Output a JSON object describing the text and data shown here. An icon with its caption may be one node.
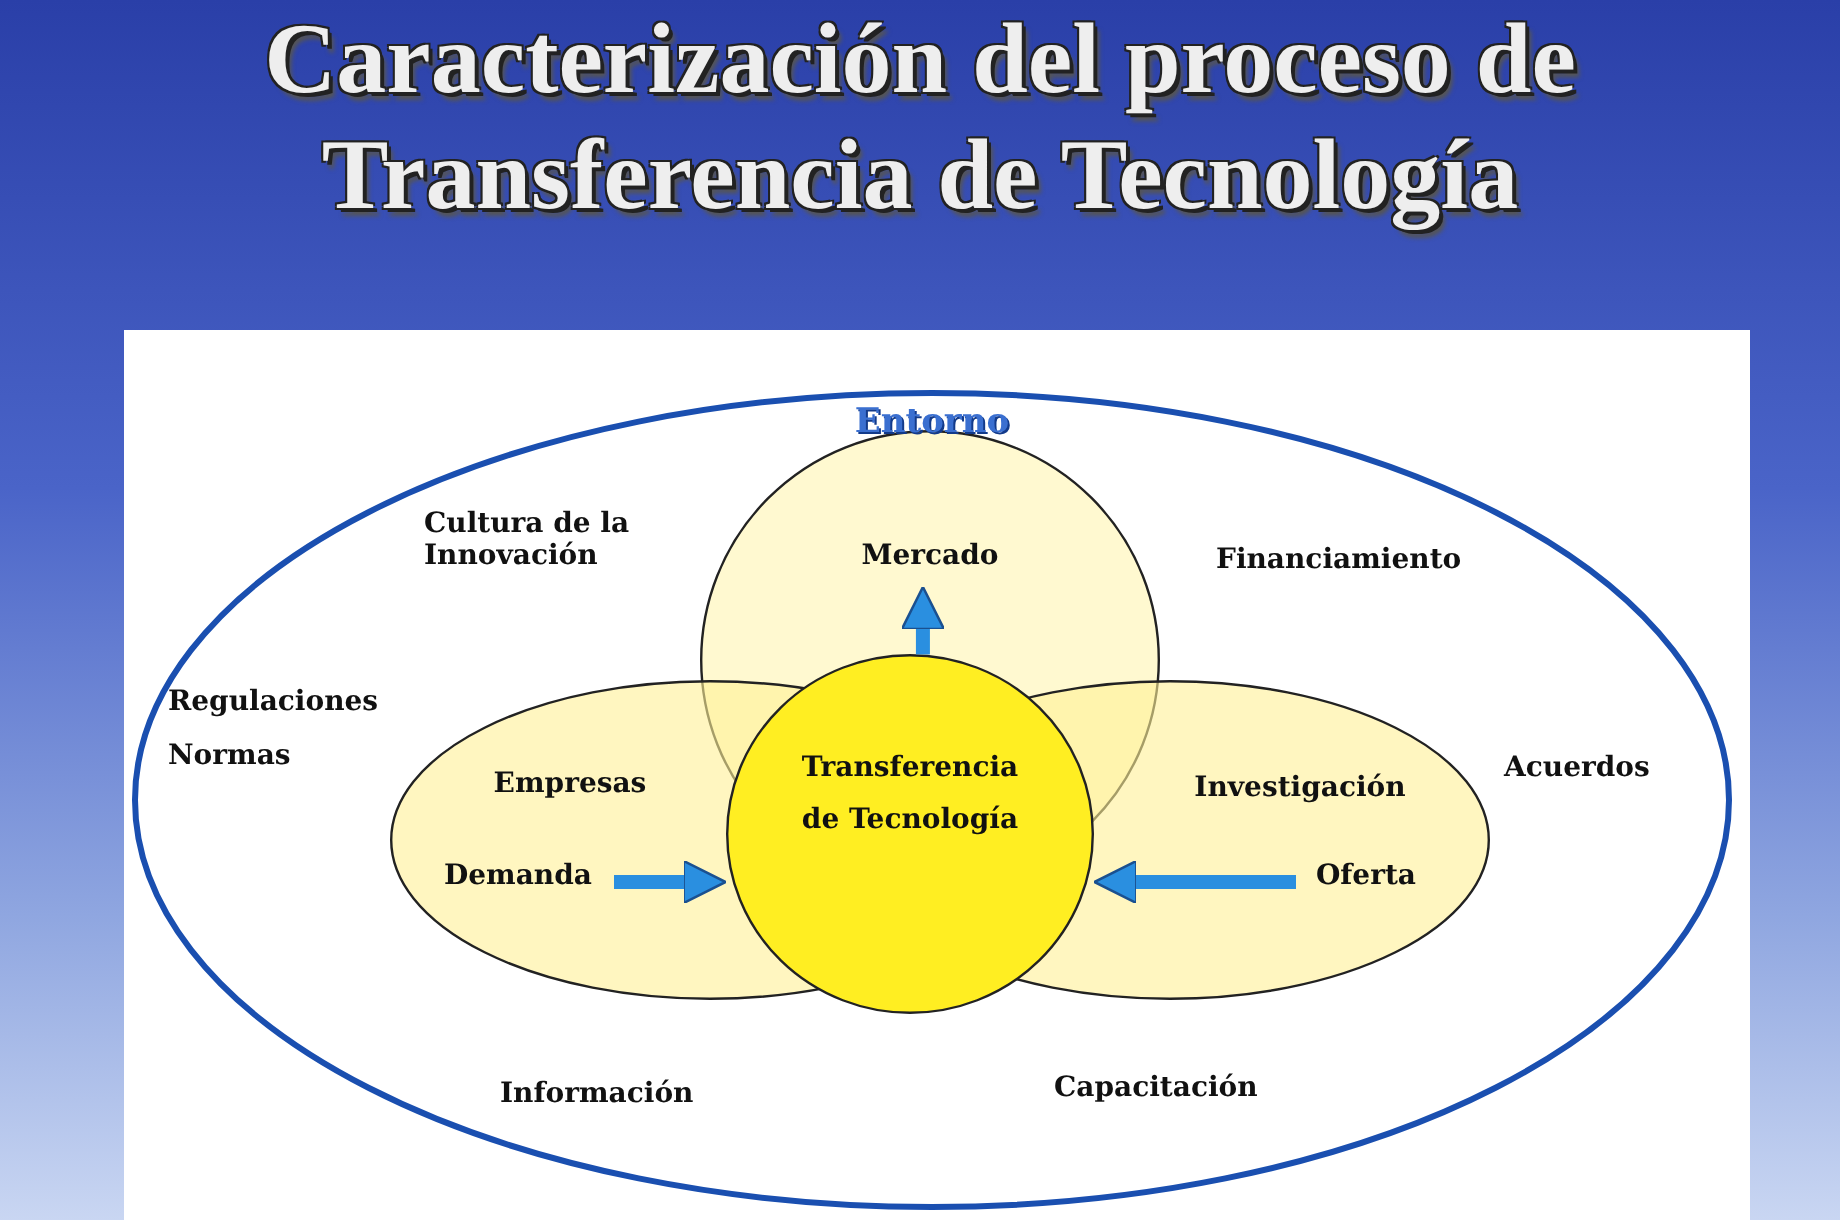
{
  "diagram": {
    "title": "Caracterización del proceso de Transferencia de Tecnología",
    "nodes": [
      {
        "text": [
          "Entorno"
        ]
      },
      {
        "text": [
          "Mercado"
        ],
        "in": 0
      },
      {
        "text": [
          "Empresas"
        ],
        "in": 0
      },
      {
        "text": [
          "Demanda"
        ],
        "in": 2
      },
      {
        "text": [
          "Investigación"
        ],
        "in": 0
      },
      {
        "text": [
          "Oferta"
        ],
        "in": 4
      },
      {
        "text": [
          "Transferencia de Tecnología"
        ],
        "in": 0
      }
    ],
    "edges": [
      {
        "from": 3,
        "to": 6,
        "arrow": "to"
      },
      {
        "from": 5,
        "to": 6,
        "arrow": "to"
      },
      {
        "from": 6,
        "to": 1,
        "arrow": "to"
      }
    ],
    "labels": [
      "Cultura de la Innovación",
      "Financiamiento",
      "Regulaciones",
      "Normas",
      "Acuerdos",
      "Información",
      "Capacitación"
    ]
  }
}
